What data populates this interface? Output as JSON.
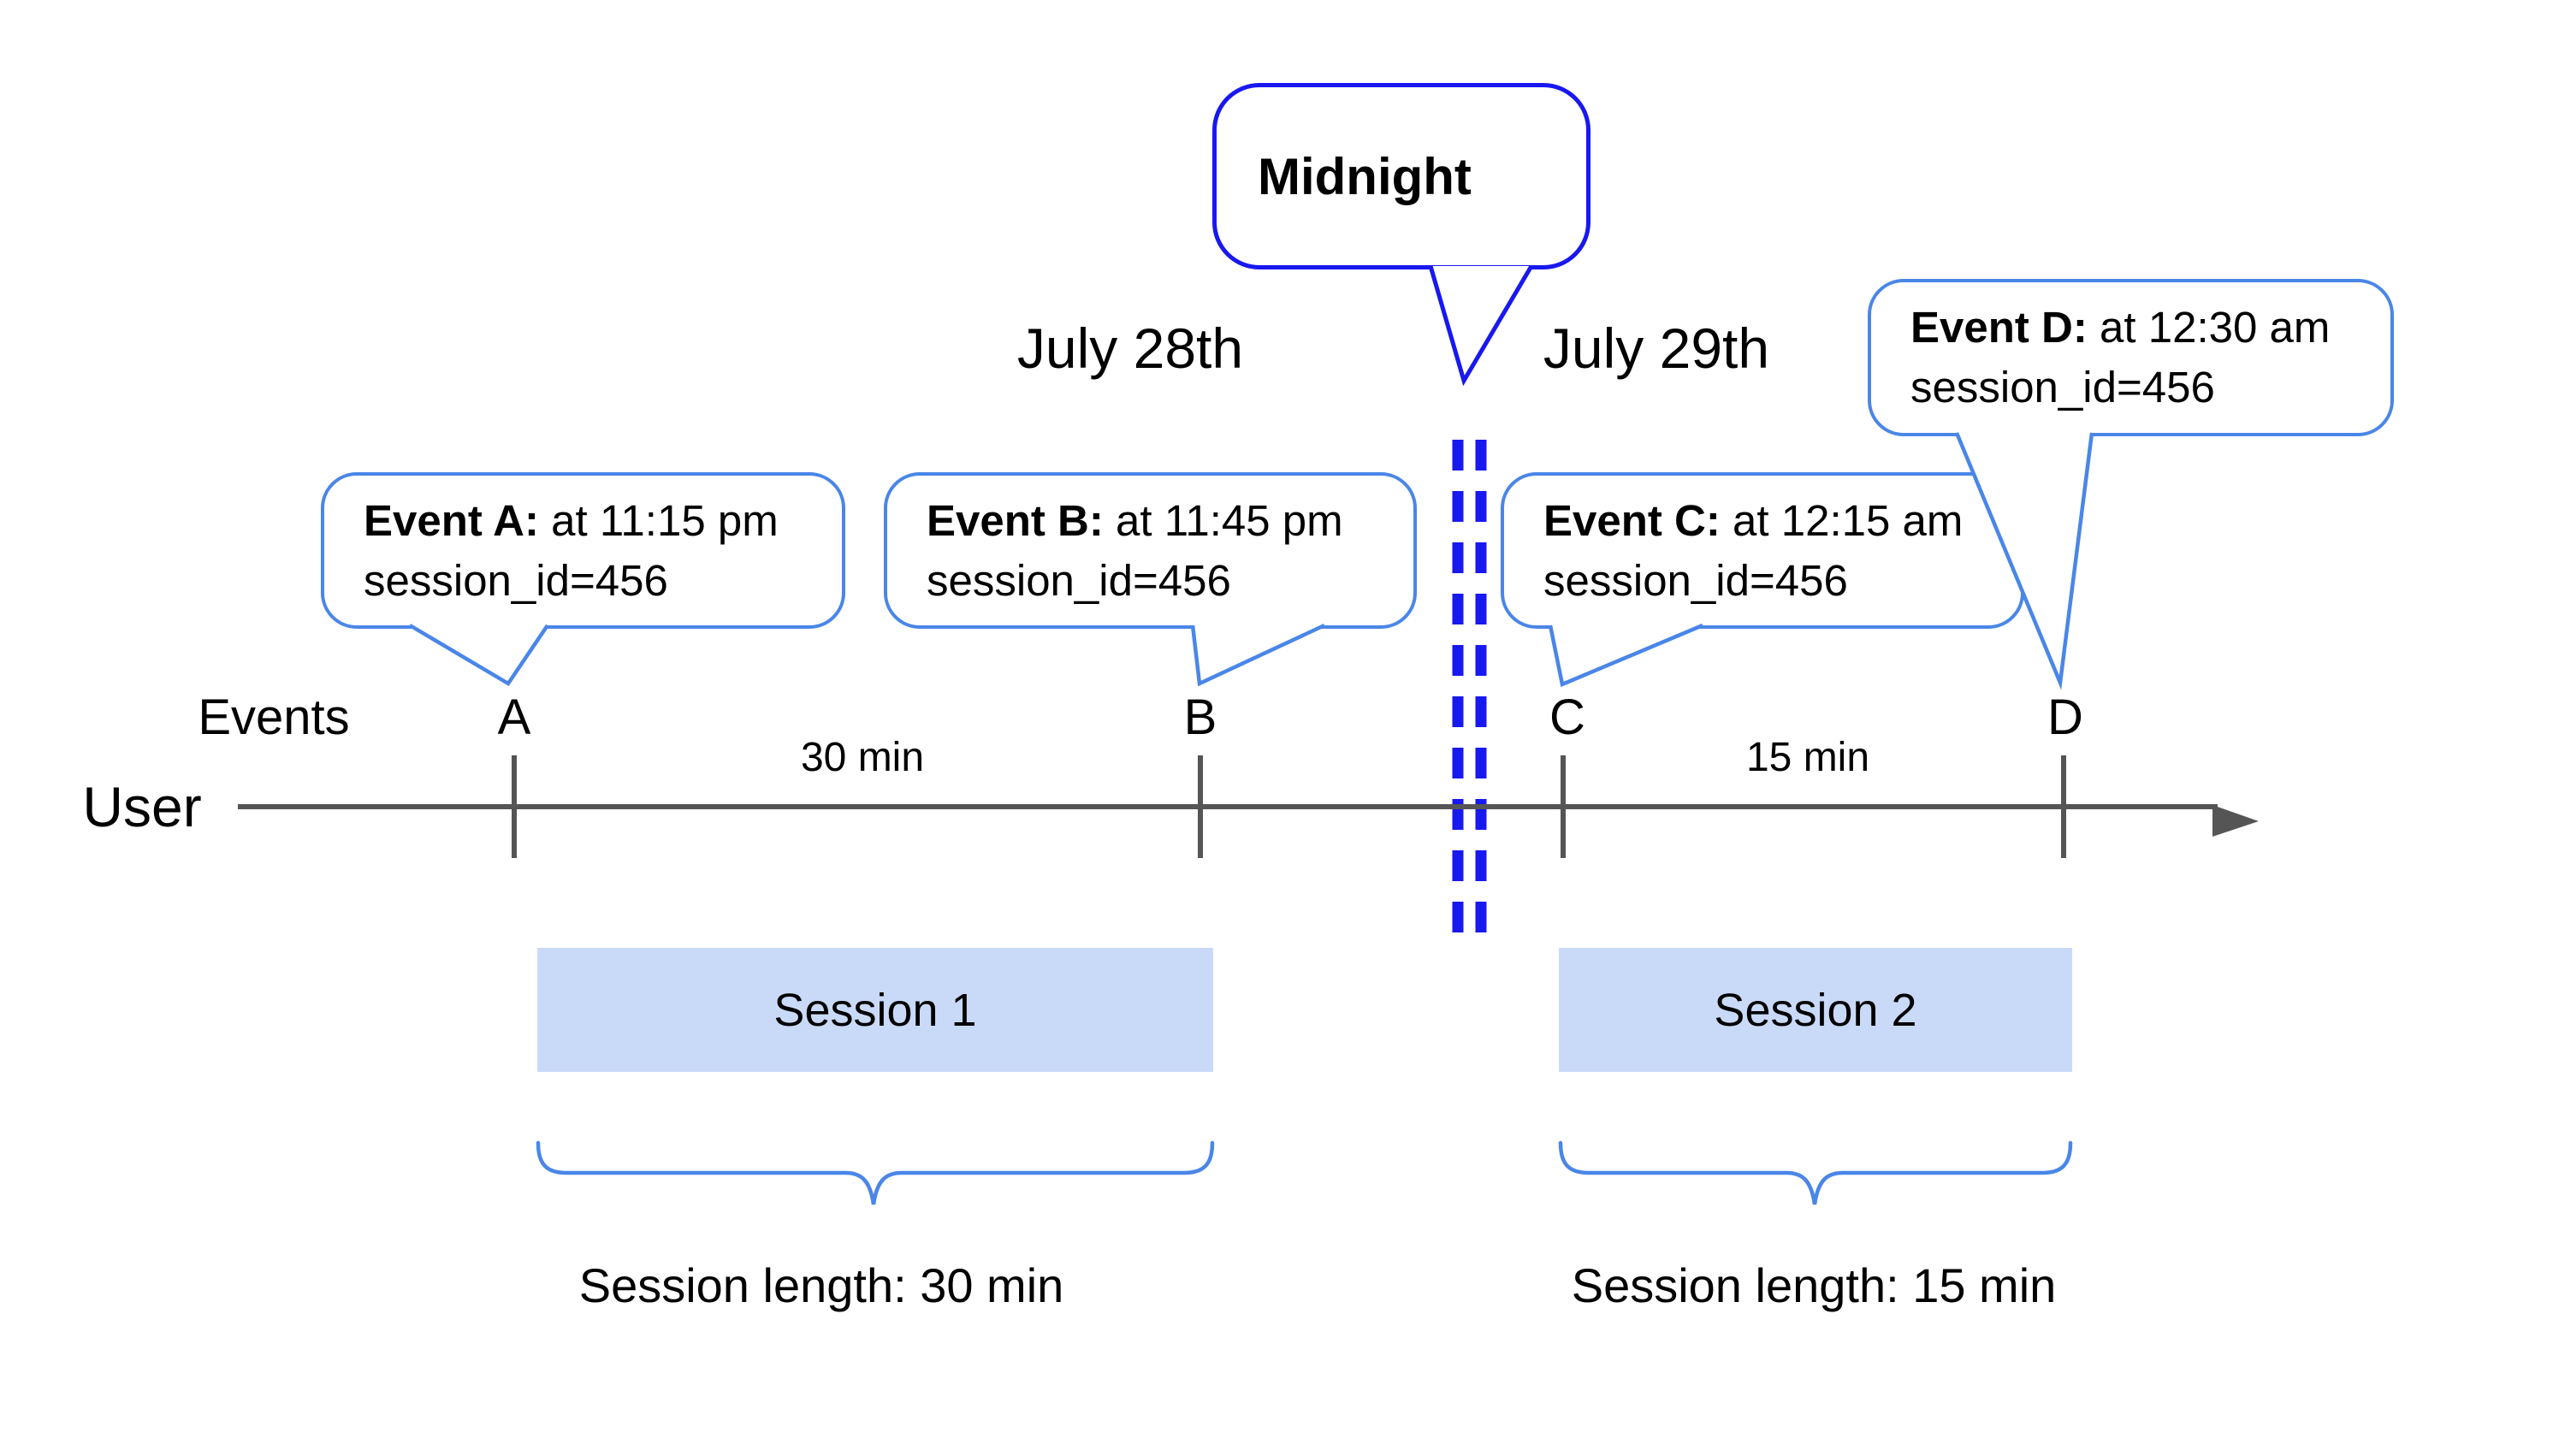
{
  "title": "Session tracking across midnight diagram",
  "colors": {
    "deep_blue": "#1818f0",
    "cornflower_blue": "#4a86e8",
    "session_fill": "#c9daf8",
    "line_gray": "#555555",
    "text_black": "#000000"
  },
  "midnight": {
    "label": "Midnight"
  },
  "dates": {
    "left": "July 28th",
    "right": "July 29th"
  },
  "event_bubbles": [
    {
      "id": "A",
      "bold": "Event A:",
      "rest": " at 11:15 pm",
      "line2": "session_id=456"
    },
    {
      "id": "B",
      "bold": "Event B:",
      "rest": " at 11:45 pm",
      "line2": "session_id=456"
    },
    {
      "id": "C",
      "bold": "Event C:",
      "rest": " at 12:15 am",
      "line2": "session_id=456"
    },
    {
      "id": "D",
      "bold": "Event D:",
      "rest": " at 12:30 am",
      "line2": "session_id=456"
    }
  ],
  "timeline": {
    "events_label": "Events",
    "user_label": "User",
    "letters": [
      "A",
      "B",
      "C",
      "D"
    ],
    "intervals": [
      "30 min",
      "15 min"
    ]
  },
  "sessions": [
    {
      "label": "Session 1",
      "length_label": "Session length: 30 min"
    },
    {
      "label": "Session 2",
      "length_label": "Session length: 15 min"
    }
  ]
}
